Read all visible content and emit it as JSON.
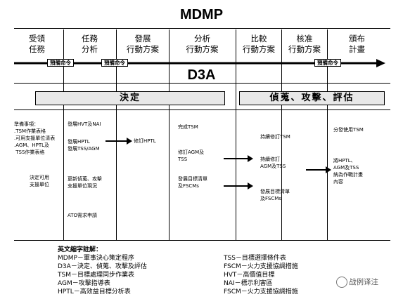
{
  "title": "MDMP",
  "subtitle": "D3A",
  "phases": [
    "受領\n任務",
    "任務\n分析",
    "發展\n行動方案",
    "分析\n行動方案",
    "比較\n行動方案",
    "核准\n行動方案",
    "頒布\n計畫"
  ],
  "order_tags": [
    "預備命令",
    "預備命令",
    "預備命令"
  ],
  "boxes": {
    "decide": "決定",
    "detect": "偵蒐、攻擊、評估"
  },
  "notes": {
    "col1": "準備事項：\n.TSM作業表格\n.可用支援單位清表\n.AGM、HPTL及\n TSS作業表格",
    "col1b": "決定可用\n支援單位",
    "col2a": "發展HVT及NAI",
    "col2b": "發展HPTL\n發展TSS/AGM",
    "col2c": "更新偵蒐、攻擊\n支援單位現況",
    "col2d": "ATO需求申請",
    "col3": "修訂HPTL",
    "col4a": "完成TSM",
    "col4b": "修訂AGM及\nTSS",
    "col4c": "發展目標清單\n及FSCMs",
    "col5a": "持續修訂TSM",
    "col5b": "持續修訂\nAGM及TSS",
    "col5c": "發展目標清單\n及FSCMs",
    "col6a": "分發使用TSM",
    "col6b": "將HPTL、\nAGM及TSS\n納為作戰計畫\n內容"
  },
  "legend": {
    "title": "英文縮字註解：",
    "left": [
      "MDMP－軍事決心策定程序",
      "D3A－決定、偵蒐、攻擊及評估",
      "TSM－目標處理同步作業表",
      "AGM－攻擊指導表",
      "HPTL－高效益目標分析表"
    ],
    "right": [
      "TSS－目標選擇條件表",
      "FSCM－火力支援協調措施",
      "HVT－高價值目標",
      "NAI－標示利害區",
      "FSCM－火力支援協調措施"
    ]
  },
  "watermark": "战例译注"
}
